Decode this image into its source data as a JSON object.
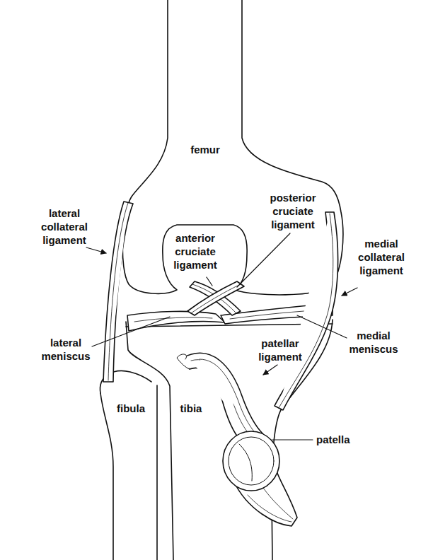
{
  "diagram": {
    "labels": [
      "femur",
      "lateral collateral ligament",
      "posterior cruciate ligament",
      "anterior cruciate ligament",
      "medial collateral ligament",
      "lateral meniscus",
      "patellar ligament",
      "medial meniscus",
      "fibula",
      "tibia",
      "patella"
    ]
  }
}
